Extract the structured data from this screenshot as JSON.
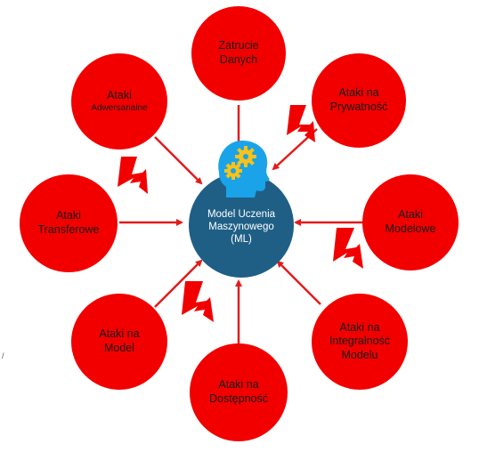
{
  "center": {
    "lines": [
      "Model Uczenia",
      "Maszynowego",
      "(ML)"
    ],
    "color": "#1f5f86",
    "icon": "head-gears-icon"
  },
  "nodes": [
    {
      "id": "zatrucie-danych",
      "l1": "Zatrucie",
      "l2": "Danych"
    },
    {
      "id": "ataki-na-prywatnosc",
      "l1": "Ataki na",
      "l2": "Prywatność"
    },
    {
      "id": "ataki-modelowe",
      "l1": "Ataki",
      "l2": "Modelowe"
    },
    {
      "id": "ataki-na-integralnosc-modelu",
      "l1": "Ataki na",
      "l2": "Integralność",
      "l3": "Modelu"
    },
    {
      "id": "ataki-na-dostepnosc",
      "l1": "Ataki na",
      "l2": "Dostępność"
    },
    {
      "id": "ataki-na-model",
      "l1": "Ataki na",
      "l2": "Model"
    },
    {
      "id": "ataki-transferowe",
      "l1": "Ataki",
      "l2": "Transferowe"
    },
    {
      "id": "ataki-adwersarialne",
      "l1": "Ataki",
      "l2": "Adwersarialne"
    }
  ],
  "colors": {
    "attack": "#f20000",
    "arrow": "#e31b1b",
    "bolt": "#f20000",
    "center": "#1f5f86",
    "icon": "#1aa3e8",
    "gear": "#f7c21a"
  },
  "bolt_icon": "lightning-bolt-icon",
  "stray_mark": "/"
}
